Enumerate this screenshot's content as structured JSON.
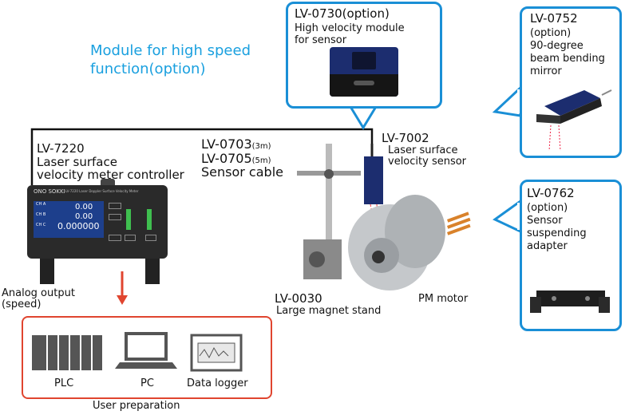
{
  "module_title": [
    "Module for high speed",
    "function(option)"
  ],
  "lv0730": {
    "model": "LV-0730(option)",
    "desc": [
      "High velocity module",
      "for sensor"
    ]
  },
  "lv0752": {
    "model": "LV-0752",
    "desc": [
      "(option)",
      "90-degree",
      "beam bending",
      "mirror"
    ]
  },
  "lv0762": {
    "model": "LV-0762",
    "desc": [
      "(option)",
      "Sensor",
      "suspending",
      "adapter"
    ]
  },
  "lv7220": {
    "model": "LV-7220",
    "desc": [
      "Laser surface",
      "velocity meter controller"
    ]
  },
  "cable": {
    "line1": "LV-0703",
    "line1_len": "(3m)",
    "line2": "LV-0705",
    "line2_len": "(5m)",
    "label": "Sensor cable"
  },
  "lv7002": {
    "model": "LV-7002",
    "desc": [
      "Laser surface",
      "velocity sensor"
    ]
  },
  "lv0030": {
    "model": "LV-0030",
    "desc": "Large magnet stand"
  },
  "pm_motor": "PM motor",
  "analog_output": [
    "Analog output",
    "(speed)"
  ],
  "user_devices": [
    "PLC",
    "PC",
    "Data logger"
  ],
  "user_preparation": "User preparation",
  "controller_screen": {
    "brand": "ONO SOKKI",
    "model_line": "LV-7220 Laser Doppler Surface Velocity Meter",
    "ch_a": "CH A",
    "ch_b": "CH B",
    "ch_c": "CH C",
    "val_a": "0.00",
    "val_b": "0.00",
    "val_c": "0.000000"
  },
  "colors": {
    "accent_blue": "#1a8fd6",
    "title_blue": "#1aa0df",
    "red": "#e0452f"
  }
}
